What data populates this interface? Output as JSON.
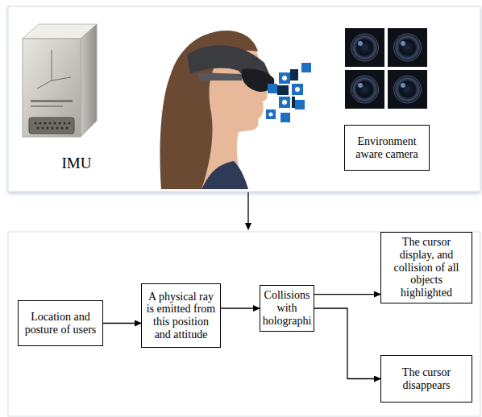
{
  "diagram": {
    "nodes": [
      {
        "text": [
          "Environment aware camera"
        ]
      },
      {
        "text": [
          "Location and posture of users"
        ]
      },
      {
        "text": [
          "A physical ray is emitted from this position and attitude"
        ]
      },
      {
        "text": [
          "Collisions with holographi"
        ]
      },
      {
        "text": [
          "The cursor display, and collision of all objects highlighted"
        ]
      },
      {
        "text": [
          "The cursor disappears"
        ]
      }
    ],
    "edges": [
      {
        "from": 1,
        "to": 2,
        "arrow": "to"
      },
      {
        "from": 2,
        "to": 3,
        "arrow": "to"
      },
      {
        "from": 3,
        "to": 4,
        "arrow": "to"
      },
      {
        "from": 3,
        "to": 5,
        "arrow": "to"
      }
    ],
    "labels": [
      "IMU"
    ]
  }
}
